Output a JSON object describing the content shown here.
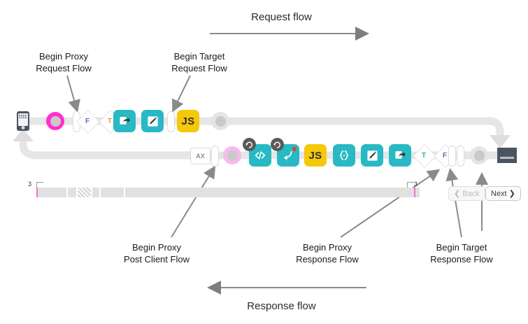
{
  "diagram": {
    "request_flow_title": "Request flow",
    "response_flow_title": "Response flow",
    "annotations": {
      "begin_proxy_request": "Begin Proxy\nRequest Flow",
      "begin_target_request": "Begin Target\nRequest Flow",
      "begin_proxy_post_client": "Begin Proxy\nPost Client Flow",
      "begin_proxy_response": "Begin Proxy\nResponse Flow",
      "begin_target_response": "Begin Target\nResponse Flow"
    },
    "colors": {
      "teal": "#28b9c4",
      "yellow": "#f5c90a",
      "magenta": "#ff2fd0",
      "pink_pale": "#f8b9ef",
      "track": "#e6e6e6",
      "slate": "#4b5560",
      "arrow_grey": "#8a8a8a",
      "playhead": "#ff6ad5"
    },
    "request_row": {
      "endpoint_icon": "mobile-phone-icon",
      "nodes": [
        {
          "name": "request-marker-ring",
          "kind": "ring",
          "variant": "magenta",
          "label": ""
        },
        {
          "name": "proxy-request-flow-start-bar",
          "kind": "pill",
          "label": ""
        },
        {
          "name": "condition-false-diamond",
          "kind": "diamond",
          "label": "F"
        },
        {
          "name": "condition-true-diamond",
          "kind": "diamond",
          "label": "T"
        },
        {
          "name": "service-callout-policy",
          "kind": "chip-teal",
          "label": "",
          "glyph": "share-arrow-icon"
        },
        {
          "name": "assign-message-policy",
          "kind": "chip-teal",
          "label": "",
          "glyph": "pencil-icon"
        },
        {
          "name": "target-request-flow-start-bar",
          "kind": "pill",
          "label": ""
        },
        {
          "name": "javascript-policy",
          "kind": "chip-yellow",
          "label": "JS"
        },
        {
          "name": "request-end-node",
          "kind": "ring",
          "variant": "grey",
          "label": ""
        }
      ]
    },
    "response_row": {
      "endpoint_icon": "factory-icon",
      "nodes": [
        {
          "name": "ax-analytics-box",
          "kind": "axbox",
          "label": "AX"
        },
        {
          "name": "proxy-post-client-flow-bar",
          "kind": "pill",
          "label": ""
        },
        {
          "name": "response-marker-ring",
          "kind": "ring",
          "variant": "pink-pale",
          "label": ""
        },
        {
          "name": "extract-variables-policy",
          "kind": "chip-teal",
          "label": "",
          "glyph": "code-brackets-icon",
          "badge": "revolve-arrow-icon"
        },
        {
          "name": "raise-fault-policy",
          "kind": "chip-teal",
          "label": "",
          "glyph": "curved-arrow-icon",
          "badge": "revolve-arrow-icon",
          "dot": true
        },
        {
          "name": "javascript-policy-response",
          "kind": "chip-yellow",
          "label": "JS"
        },
        {
          "name": "json-policy",
          "kind": "chip-teal",
          "label": "",
          "glyph": "curly-braces-icon"
        },
        {
          "name": "assign-message-policy-response",
          "kind": "chip-teal",
          "label": "",
          "glyph": "pencil-icon"
        },
        {
          "name": "service-callout-policy-response",
          "kind": "chip-teal",
          "label": "",
          "glyph": "share-arrow-icon"
        },
        {
          "name": "condition-true-diamond-response",
          "kind": "diamond",
          "label": "T"
        },
        {
          "name": "condition-false-diamond-response",
          "kind": "diamond",
          "label": "F"
        },
        {
          "name": "proxy-response-flow-bar",
          "kind": "pill",
          "label": ""
        },
        {
          "name": "target-response-flow-bar",
          "kind": "pill",
          "label": ""
        },
        {
          "name": "response-end-node",
          "kind": "ring",
          "variant": "grey",
          "label": ""
        }
      ]
    }
  },
  "timeline": {
    "start_marker": "3",
    "end_marker": "3",
    "back_label": "❮ Back",
    "next_label": "Next ❯"
  }
}
